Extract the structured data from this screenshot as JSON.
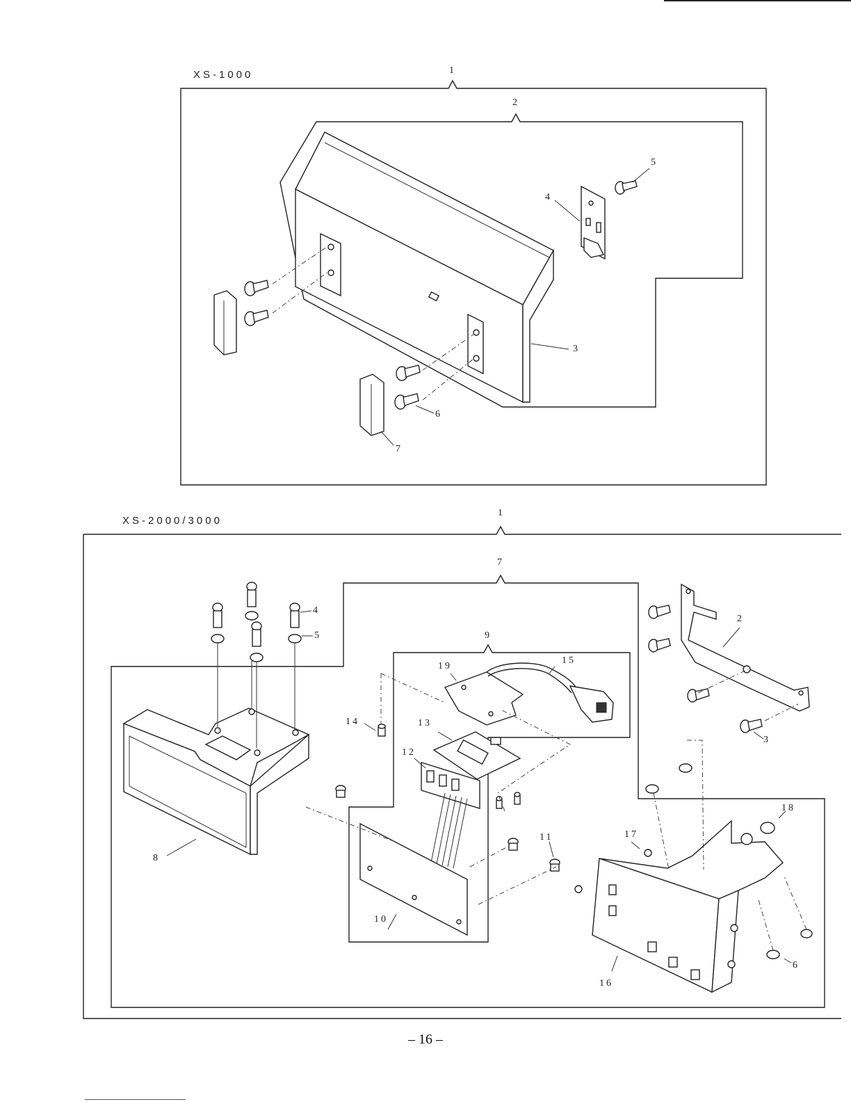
{
  "sections": {
    "top": {
      "title": "XS-1000"
    },
    "bottom": {
      "title": "XS-2000/3000"
    }
  },
  "callouts": {
    "top": [
      "1",
      "2",
      "3",
      "4",
      "5",
      "6",
      "7"
    ],
    "bottom": [
      "1",
      "7",
      "2",
      "3",
      "4",
      "5",
      "8",
      "9",
      "19",
      "15",
      "14",
      "13",
      "12",
      "11",
      "10",
      "17",
      "18",
      "16",
      "6"
    ]
  },
  "page": {
    "number": "– 16 –"
  }
}
